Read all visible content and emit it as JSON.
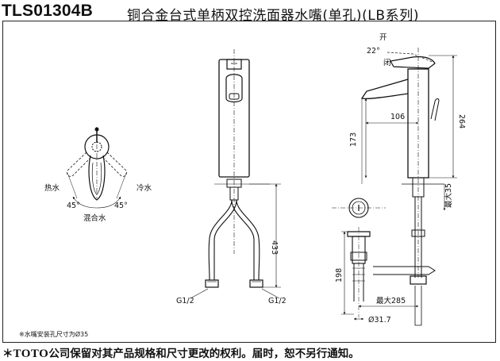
{
  "header": {
    "model": "TLS01304B",
    "title": "铜合金台式单柄双控洗面器水嘴(单孔)(LB系列)"
  },
  "top_view": {
    "hot_label": "热水",
    "cold_label": "冷水",
    "mixed_label": "混合水",
    "angle_left": "45°",
    "angle_right": "45°"
  },
  "front_view": {
    "dim_height": "433",
    "thread_left": "G1/2",
    "thread_right": "G1/2"
  },
  "side_view": {
    "open_label": "开",
    "close_label": "闭",
    "angle": "22°",
    "dim_reach": "106",
    "dim_height_total": "264",
    "dim_spout": "173",
    "dim_max_deck": "最大35",
    "dim_drain": "198",
    "dim_max_drain": "最大285",
    "dim_diameter": "Ø31.7"
  },
  "notes": {
    "hole_size": "※水嘴安装孔尺寸为Ø35"
  },
  "footer": {
    "prefix": "＊",
    "brand": "TOTO",
    "text": "公司保留对其产品规格和尺寸更改的权利。届时，恕不另行通知。"
  }
}
